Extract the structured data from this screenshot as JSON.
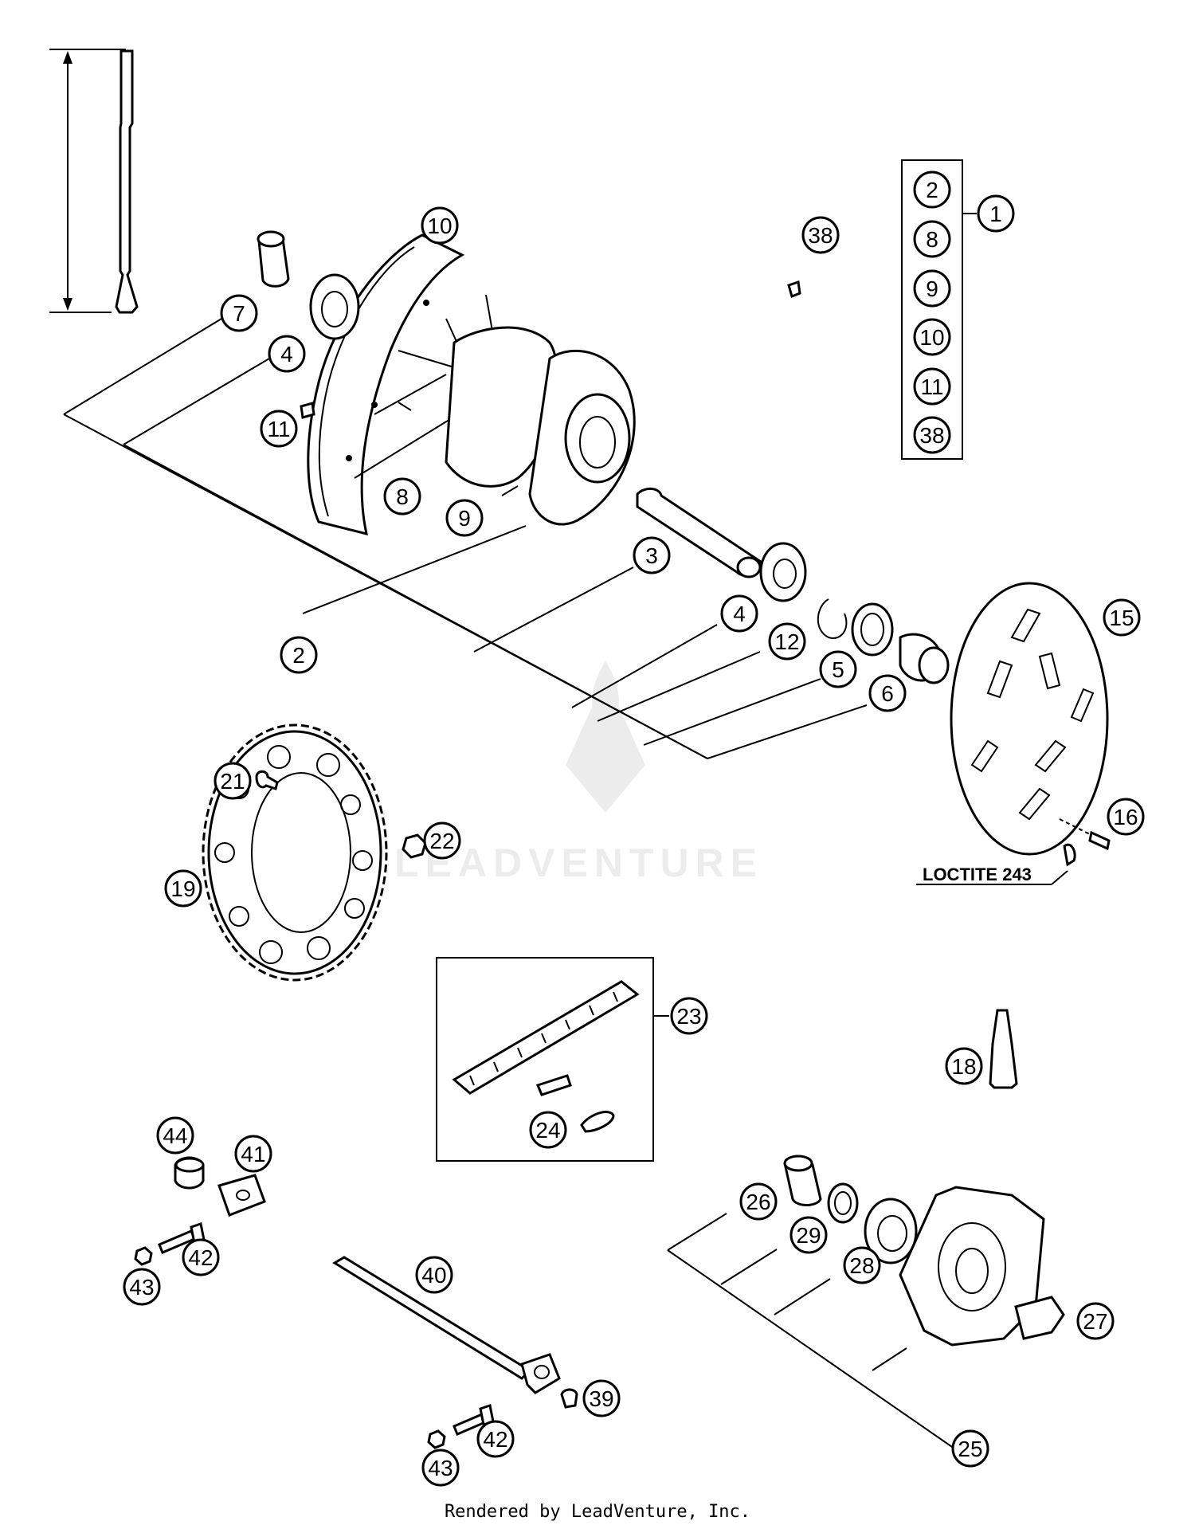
{
  "callouts": [
    {
      "num": "1"
    },
    {
      "num": "2"
    },
    {
      "num": "8"
    },
    {
      "num": "9"
    },
    {
      "num": "10"
    },
    {
      "num": "11"
    },
    {
      "num": "38"
    },
    {
      "num": "38"
    },
    {
      "num": "10"
    },
    {
      "num": "7"
    },
    {
      "num": "4"
    },
    {
      "num": "11"
    },
    {
      "num": "8"
    },
    {
      "num": "9"
    },
    {
      "num": "3"
    },
    {
      "num": "2"
    },
    {
      "num": "4"
    },
    {
      "num": "12"
    },
    {
      "num": "5"
    },
    {
      "num": "6"
    },
    {
      "num": "15"
    },
    {
      "num": "16"
    },
    {
      "num": "21"
    },
    {
      "num": "22"
    },
    {
      "num": "19"
    },
    {
      "num": "23"
    },
    {
      "num": "24"
    },
    {
      "num": "18"
    },
    {
      "num": "44"
    },
    {
      "num": "41"
    },
    {
      "num": "42"
    },
    {
      "num": "43"
    },
    {
      "num": "40"
    },
    {
      "num": "39"
    },
    {
      "num": "42"
    },
    {
      "num": "43"
    },
    {
      "num": "26"
    },
    {
      "num": "29"
    },
    {
      "num": "28"
    },
    {
      "num": "27"
    },
    {
      "num": "25"
    }
  ],
  "note": {
    "loctite": "LOCTITE 243"
  },
  "watermark": "LEADVENTURE",
  "footer": "Rendered by LeadVenture, Inc."
}
